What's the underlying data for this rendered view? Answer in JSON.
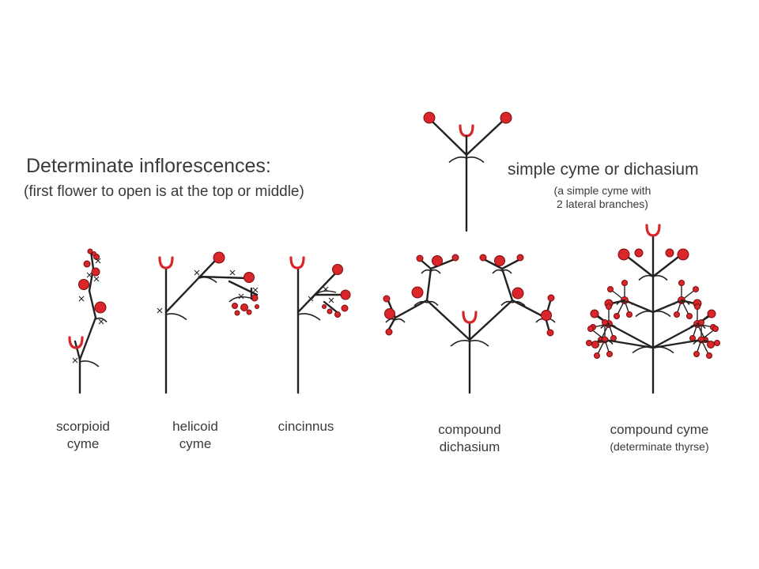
{
  "heading": {
    "title": "Determinate inflorescences:",
    "subtitle": "(first flower to open is at the top or middle)"
  },
  "simple_cyme": {
    "label": "simple cyme or dichasium",
    "note_line1": "(a simple cyme with",
    "note_line2": "2 lateral branches)"
  },
  "types": [
    {
      "line1": "scorpioid",
      "line2": "cyme"
    },
    {
      "line1": "helicoid",
      "line2": "cyme"
    },
    {
      "line1": "cincinnus",
      "line2": ""
    },
    {
      "line1": "compound",
      "line2": "dichasium"
    },
    {
      "line1": "compound cyme",
      "line2": "(determinate thyrse)"
    }
  ],
  "colors": {
    "stem": "#222222",
    "flower": "#d8262a",
    "flower_outline": "#7a0d0f",
    "open_flower": "#d8262a"
  }
}
